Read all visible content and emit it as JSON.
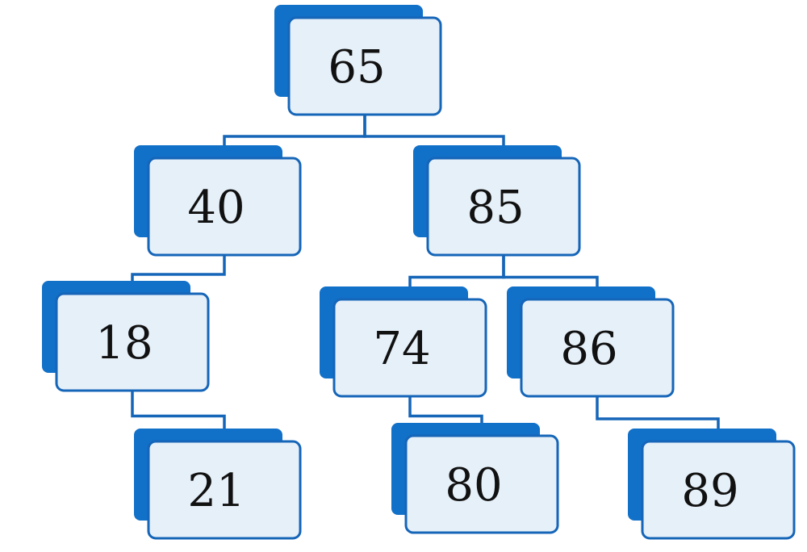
{
  "tree": {
    "nodes": [
      {
        "id": "n65",
        "label": "65"
      },
      {
        "id": "n40",
        "label": "40"
      },
      {
        "id": "n85",
        "label": "85"
      },
      {
        "id": "n18",
        "label": "18"
      },
      {
        "id": "n74",
        "label": "74"
      },
      {
        "id": "n86",
        "label": "86"
      },
      {
        "id": "n21",
        "label": "21"
      },
      {
        "id": "n80",
        "label": "80"
      },
      {
        "id": "n89",
        "label": "89"
      }
    ],
    "edges": [
      {
        "from": "n65",
        "to": "n40"
      },
      {
        "from": "n65",
        "to": "n85"
      },
      {
        "from": "n40",
        "to": "n18"
      },
      {
        "from": "n85",
        "to": "n74"
      },
      {
        "from": "n85",
        "to": "n86"
      },
      {
        "from": "n18",
        "to": "n21"
      },
      {
        "from": "n74",
        "to": "n80"
      },
      {
        "from": "n86",
        "to": "n89"
      }
    ],
    "colors": {
      "card_dark": "#1170c8",
      "card_light": "#e6f0f9",
      "outline": "#1565b8",
      "text": "#111111"
    }
  }
}
